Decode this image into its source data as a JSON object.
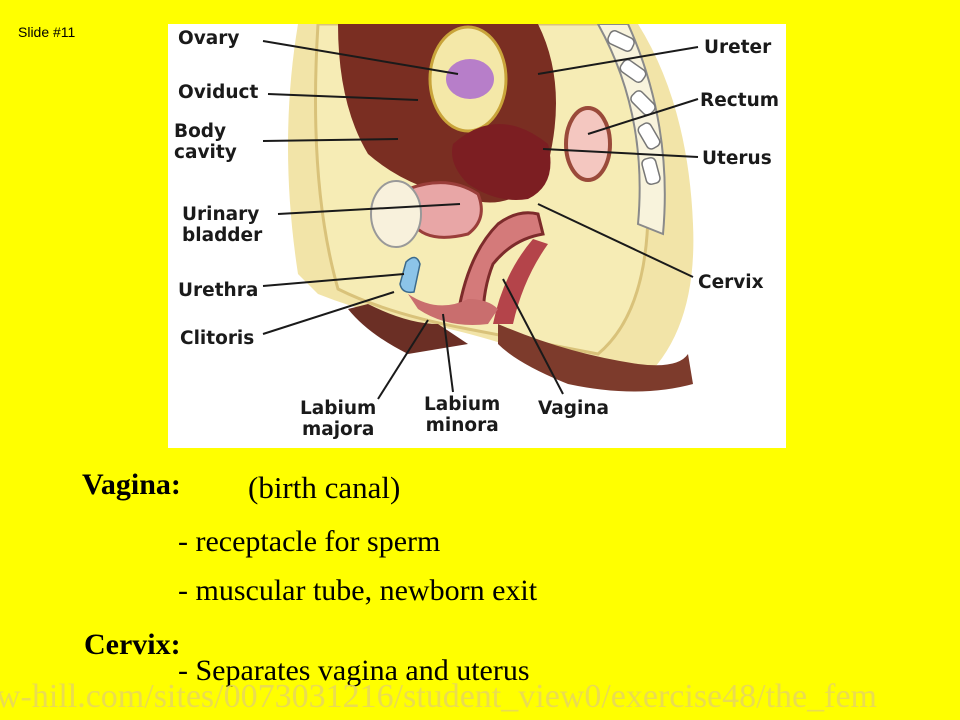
{
  "slide_number": "Slide #11",
  "figure": {
    "labels": {
      "ovary": "Ovary",
      "oviduct": "Oviduct",
      "body_cavity": "Body\ncavity",
      "urinary_bladder": "Urinary\nbladder",
      "urethra": "Urethra",
      "clitoris": "Clitoris",
      "labium_majora": "Labium\nmajora",
      "labium_minora": "Labium\nminora",
      "vagina": "Vagina",
      "ureter": "Ureter",
      "rectum": "Rectum",
      "uterus": "Uterus",
      "cervix": "Cervix"
    }
  },
  "text": {
    "vagina_heading": "Vagina:",
    "birth_canal": "(birth canal)",
    "bullet_1": "- receptacle for sperm",
    "bullet_2": "- muscular tube, newborn exit",
    "cervix_heading": "Cervix:",
    "bullet_3": "- Separates vagina and uterus",
    "source_url": "w-hill.com/sites/0073031216/student_view0/exercise48/the_fem"
  }
}
